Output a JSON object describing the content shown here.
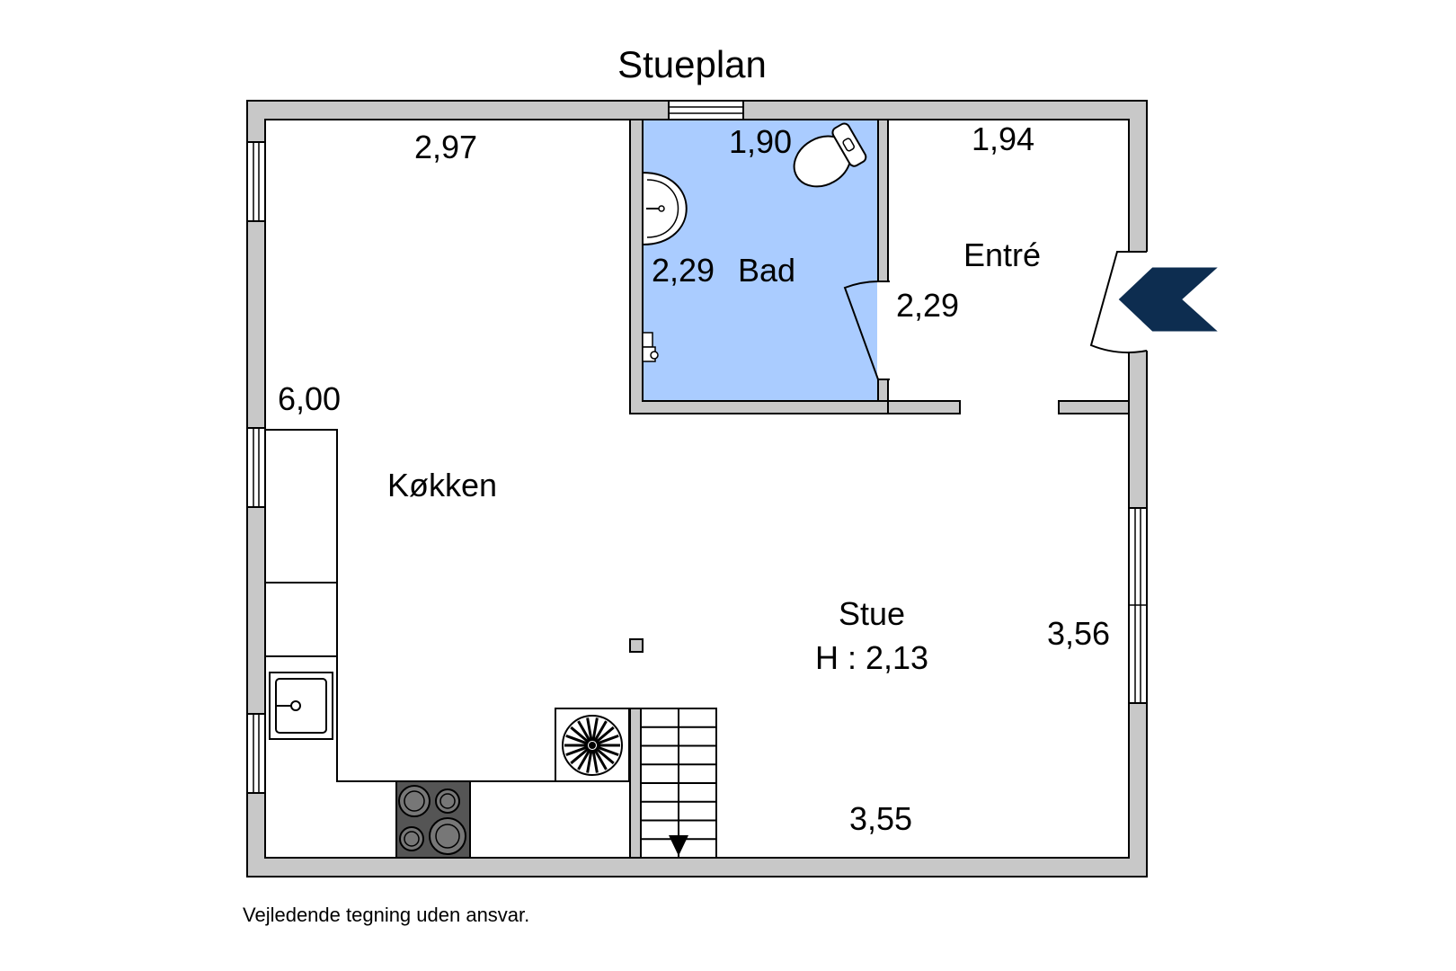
{
  "title": "Stueplan",
  "disclaimer": "Vejledende tegning uden ansvar.",
  "rooms": {
    "kitchen": {
      "name": "Køkken",
      "dim_width": "2,97",
      "dim_length": "6,00"
    },
    "bath": {
      "name": "Bad",
      "dim_width": "1,90",
      "dim_length": "2,29"
    },
    "entry": {
      "name": "Entré",
      "dim_width": "1,94",
      "dim_length": "2,29"
    },
    "living": {
      "name": "Stue",
      "height": "H : 2,13",
      "dim_length": "3,56",
      "dim_width": "3,55"
    }
  },
  "colors": {
    "wall": "#c8c8c8",
    "bath_fill": "#aaccff",
    "entrance_arrow": "#0d2d50"
  },
  "icons": {
    "entrance_marker": "chevron-left-icon",
    "toilet": "toilet-icon",
    "sink": "sink-icon",
    "stove": "stove-icon",
    "heater": "stove-heater-icon",
    "stairs": "stairs-icon"
  }
}
